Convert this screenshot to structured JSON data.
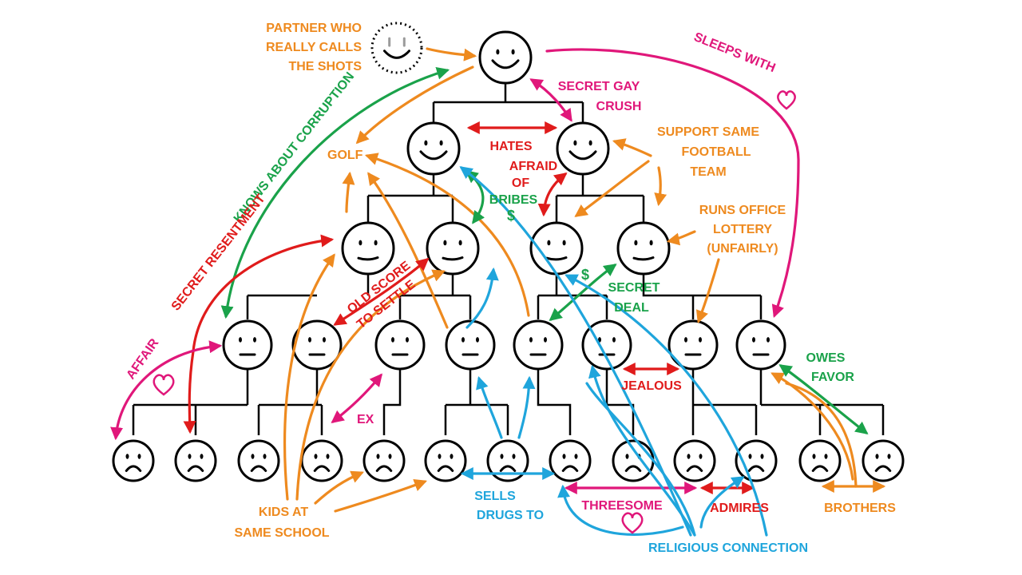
{
  "colors": {
    "orange": "#ee8a1f",
    "green": "#1aa24a",
    "red": "#e01b1b",
    "pink": "#e0177a",
    "blue": "#1fa5dc",
    "black": "#000000",
    "gray": "#9b9b9b"
  },
  "labels": {
    "partner_line1": "PARTNER WHO",
    "partner_line2": "REALLY CALLS",
    "partner_line3": "THE SHOTS",
    "secret_gay_line1": "SECRET GAY",
    "secret_gay_line2": "CRUSH",
    "sleeps_with": "SLEEPS WITH",
    "hates": "HATES",
    "golf": "GOLF",
    "afraid_line1": "AFRAID",
    "afraid_line2": "OF",
    "bribes": "BRIBES",
    "dollar": "$",
    "football_line1": "SUPPORT SAME",
    "football_line2": "FOOTBALL",
    "football_line3": "TEAM",
    "knows_corruption": "KNOWS ABOUT CORRUPTION",
    "secret_resentment": "SECRET RESENTMENT",
    "runs_lottery_line1": "RUNS OFFICE",
    "runs_lottery_line2": "LOTTERY",
    "runs_lottery_line3": "(UNFAIRLY)",
    "old_score_line1": "OLD SCORE",
    "old_score_line2": "TO SETTLE",
    "secret_deal_line1": "SECRET",
    "secret_deal_line2": "DEAL",
    "affair": "AFFAIR",
    "owes_favor_line1": "OWES",
    "owes_favor_line2": "FAVOR",
    "jealous": "JEALOUS",
    "ex": "EX",
    "kids_line1": "KIDS AT",
    "kids_line2": "SAME SCHOOL",
    "sells_line1": "SELLS",
    "sells_line2": "DRUGS TO",
    "threesome": "THREESOME",
    "admires": "ADMIRES",
    "brothers": "BROTHERS",
    "religious": "RELIGIOUS CONNECTION"
  },
  "people": [
    {
      "id": "ceo",
      "level": 1,
      "mood": "happy"
    },
    {
      "id": "partner",
      "level": 0,
      "mood": "happy",
      "style": "dotted"
    },
    {
      "id": "l2a",
      "level": 2,
      "mood": "happy"
    },
    {
      "id": "l2b",
      "level": 2,
      "mood": "happy"
    },
    {
      "id": "l3a",
      "level": 3,
      "mood": "slight-smile"
    },
    {
      "id": "l3b",
      "level": 3,
      "mood": "slight-smile"
    },
    {
      "id": "l3c",
      "level": 3,
      "mood": "slight-smile"
    },
    {
      "id": "l3d",
      "level": 3,
      "mood": "slight-smile"
    },
    {
      "id": "l4a",
      "level": 4,
      "mood": "neutral"
    },
    {
      "id": "l4b",
      "level": 4,
      "mood": "neutral"
    },
    {
      "id": "l4c",
      "level": 4,
      "mood": "neutral"
    },
    {
      "id": "l4d",
      "level": 4,
      "mood": "neutral"
    },
    {
      "id": "l4e",
      "level": 4,
      "mood": "neutral"
    },
    {
      "id": "l4f",
      "level": 4,
      "mood": "neutral"
    },
    {
      "id": "l4g",
      "level": 4,
      "mood": "neutral"
    },
    {
      "id": "l4h",
      "level": 4,
      "mood": "neutral"
    },
    {
      "id": "l5a",
      "level": 5,
      "mood": "sad"
    },
    {
      "id": "l5b",
      "level": 5,
      "mood": "sad"
    },
    {
      "id": "l5c",
      "level": 5,
      "mood": "sad"
    },
    {
      "id": "l5d",
      "level": 5,
      "mood": "sad"
    },
    {
      "id": "l5e",
      "level": 5,
      "mood": "sad"
    },
    {
      "id": "l5f",
      "level": 5,
      "mood": "sad"
    },
    {
      "id": "l5g",
      "level": 5,
      "mood": "sad"
    },
    {
      "id": "l5h",
      "level": 5,
      "mood": "sad"
    },
    {
      "id": "l5i",
      "level": 5,
      "mood": "sad"
    },
    {
      "id": "l5j",
      "level": 5,
      "mood": "sad"
    },
    {
      "id": "l5k",
      "level": 5,
      "mood": "sad"
    },
    {
      "id": "l5l",
      "level": 5,
      "mood": "sad"
    },
    {
      "id": "l5m",
      "level": 5,
      "mood": "sad"
    }
  ],
  "relationships": [
    {
      "from": "partner",
      "to": "ceo",
      "label": "PARTNER WHO REALLY CALLS THE SHOTS",
      "color": "orange"
    },
    {
      "from": "ceo",
      "to": "l2b",
      "label": "SECRET GAY CRUSH",
      "color": "pink"
    },
    {
      "from": "ceo",
      "to": "l4h",
      "label": "SLEEPS WITH",
      "color": "pink"
    },
    {
      "from": "l2a",
      "to": "l2b",
      "label": "HATES",
      "color": "red"
    },
    {
      "from": "l2b",
      "to": "l3c",
      "label": "AFRAID OF BRIBES",
      "color": "red"
    },
    {
      "from": "ceo",
      "to": "l4a",
      "label": "KNOWS ABOUT CORRUPTION",
      "color": "green"
    },
    {
      "from": "l3a",
      "to": "l5b",
      "label": "SECRET RESENTMENT",
      "color": "red"
    },
    {
      "from": "l3b",
      "to": "l4b",
      "label": "OLD SCORE TO SETTLE",
      "color": "red"
    },
    {
      "from": "l3d",
      "to": "l4e",
      "label": "SECRET DEAL",
      "color": "green"
    },
    {
      "from": "l4a",
      "to": "l5a",
      "label": "AFFAIR",
      "color": "pink"
    },
    {
      "from": "l4h",
      "to": "l5m",
      "label": "OWES FAVOR",
      "color": "green"
    },
    {
      "from": "l4f",
      "to": "l4g",
      "label": "JEALOUS",
      "color": "red"
    },
    {
      "from": "l4c",
      "to": "l5d",
      "label": "EX",
      "color": "pink"
    },
    {
      "from": "l5f",
      "to": "l5h",
      "label": "SELLS DRUGS TO",
      "color": "blue"
    },
    {
      "from": "l5h",
      "to": "l5j",
      "label": "THREESOME",
      "color": "pink"
    },
    {
      "from": "l5j",
      "to": "l5k",
      "label": "ADMIRES",
      "color": "red"
    },
    {
      "from": "l5l",
      "to": "l5m",
      "label": "BROTHERS",
      "color": "orange"
    }
  ]
}
